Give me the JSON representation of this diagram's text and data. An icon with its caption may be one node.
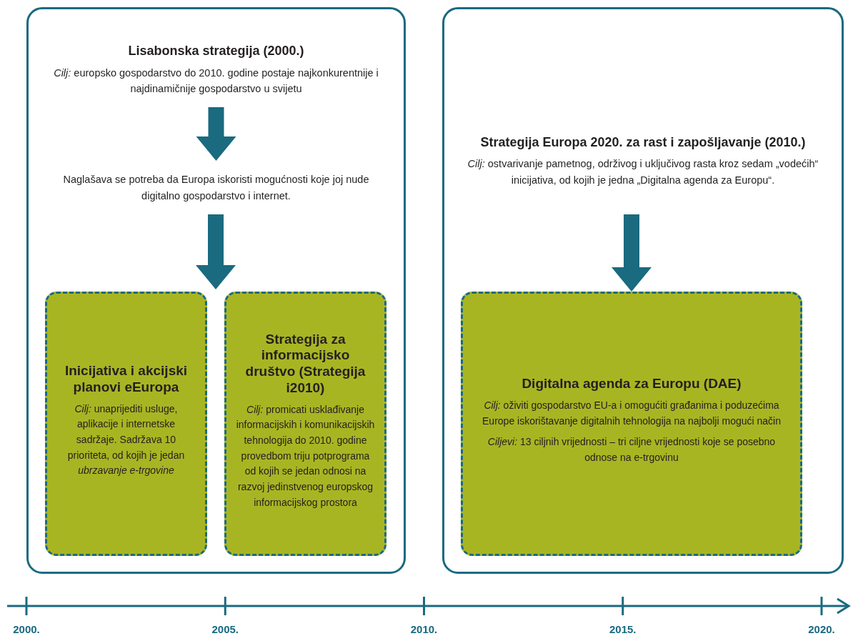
{
  "diagram": {
    "nodes": [
      {
        "text": [],
        "shape": "box"
      },
      {
        "text": [
          "Lisabonska strategija (2000.)",
          "*Cilj:* europsko gospodarstvo do 2010. godine postaje najkonkurentnije i najdinamičnije gospodarstvo u svijetu"
        ],
        "in": 0
      },
      {
        "text": [
          "Naglašava se potreba da Europa iskoristi mogućnosti koje joj nude digitalno gospodarstvo i internet."
        ],
        "in": 0
      },
      {
        "text": [
          "Inicijativa i akcijski planovi eEuropa",
          "*Cilj:* unaprijediti usluge, aplikacije i internetske sadržaje. Sadržava 10 prioriteta, od kojih je jedan *ubrzavanje e-trgovine*"
        ],
        "in": 0
      },
      {
        "text": [
          "Strategija za informacijsko društvo (Strategija i2010)",
          "*Cilj:* promicati usklađivanje informacijskih i komunikacijskih tehnologija do 2010. godine provedbom triju potprograma od kojih se jedan odnosi na razvoj jedinstvenog europskog informacijskog prostora"
        ],
        "in": 0
      },
      {
        "text": [],
        "shape": "box"
      },
      {
        "text": [
          "Strategija Europa 2020. za rast i zapošljavanje (2010.)",
          "*Cilj:* ostvarivanje pametnog, održivog i uključivog rasta kroz sedam „vodećih“ inicijativa, od kojih je jedna „Digitalna agenda za Europu“."
        ],
        "in": 5
      },
      {
        "text": [
          "Digitalna agenda za Europu (DAE)",
          "*Cilj:* oživiti gospodarstvo EU-a i omogućiti građanima i poduzećima Europe iskorištavanje digitalnih tehnologija na najbolji mogući način",
          "*Ciljevi:* 13 ciljnih vrijednosti – tri ciljne vrijednosti koje se posebno odnose na e-trgovinu"
        ],
        "in": 5
      }
    ],
    "edges": [
      {
        "from": 1,
        "to": 2,
        "arrow": "to"
      },
      {
        "from": 2,
        "to": 3,
        "arrow": "to"
      },
      {
        "from": 2,
        "to": 4,
        "arrow": "to"
      },
      {
        "from": 6,
        "to": 7,
        "arrow": "to"
      }
    ],
    "labels": [
      "2000.",
      "2005.",
      "2010.",
      "2015.",
      "2020."
    ]
  }
}
